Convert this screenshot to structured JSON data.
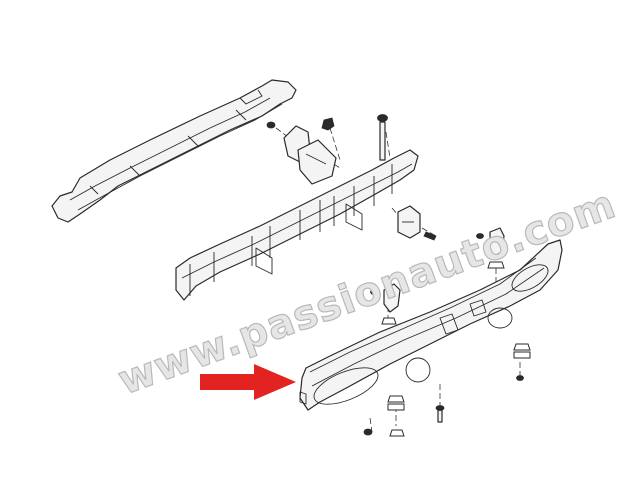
{
  "watermark": {
    "text": "www.passionauto.com"
  },
  "colors": {
    "arrow": "#e32222",
    "line": "#2a2a2a",
    "part_fill": "#f4f4f4",
    "watermark_fill": "#e6e6e6",
    "watermark_stroke": "#b9b9b9"
  },
  "parts": [
    {
      "id": "upper-sill-panel"
    },
    {
      "id": "impact-beam"
    },
    {
      "id": "upper-mount-bracket"
    },
    {
      "id": "lower-mount-bracket"
    },
    {
      "id": "long-bolt"
    },
    {
      "id": "energy-absorber-foam"
    },
    {
      "id": "push-clips"
    },
    {
      "id": "screws"
    }
  ],
  "highlight": {
    "part": "energy-absorber-foam",
    "icon": "red-arrow-icon"
  }
}
